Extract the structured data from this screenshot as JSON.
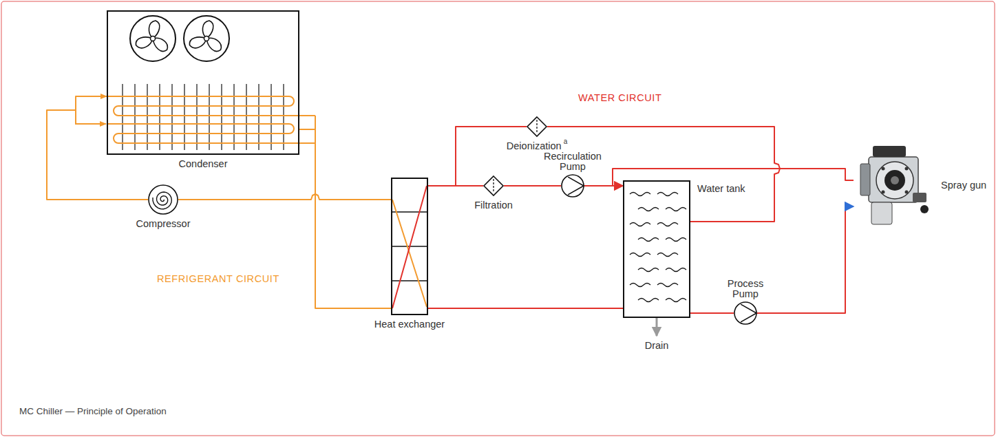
{
  "diagram": {
    "caption": "MC Chiller — Principle of Operation",
    "nodes": [
      {
        "text": [
          "Condenser"
        ]
      },
      {
        "text": [
          "Compressor"
        ]
      },
      {
        "text": [
          "Heat exchanger"
        ]
      },
      {
        "text": [
          "Deionization",
          "a"
        ]
      },
      {
        "text": [
          "Filtration"
        ]
      },
      {
        "text": [
          "Recirculation Pump"
        ]
      },
      {
        "text": [
          "Water tank"
        ]
      },
      {
        "text": [
          "Process Pump"
        ]
      },
      {
        "text": [
          "Spray gun"
        ]
      }
    ],
    "edges": [
      {
        "from": 1,
        "to": 0,
        "arrow": "to"
      },
      {
        "from": 0,
        "to": 2,
        "arrow": "none"
      },
      {
        "from": 2,
        "to": 1,
        "arrow": "none"
      },
      {
        "from": 2,
        "to": 4,
        "arrow": "none"
      },
      {
        "from": 4,
        "to": 5,
        "arrow": "none"
      },
      {
        "from": 5,
        "to": 6,
        "arrow": "none"
      },
      {
        "from": 2,
        "to": 3,
        "arrow": "none"
      },
      {
        "from": 3,
        "to": 6,
        "arrow": "none"
      },
      {
        "from": 8,
        "to": 6,
        "arrow": "to"
      },
      {
        "from": 6,
        "to": 2,
        "arrow": "none"
      },
      {
        "from": 6,
        "to": 7,
        "arrow": "none"
      },
      {
        "from": 7,
        "to": 8,
        "arrow": "to"
      }
    ],
    "labels": [
      "WATER CIRCUIT",
      "REFRIGERANT CIRCUIT",
      "Drain"
    ]
  }
}
